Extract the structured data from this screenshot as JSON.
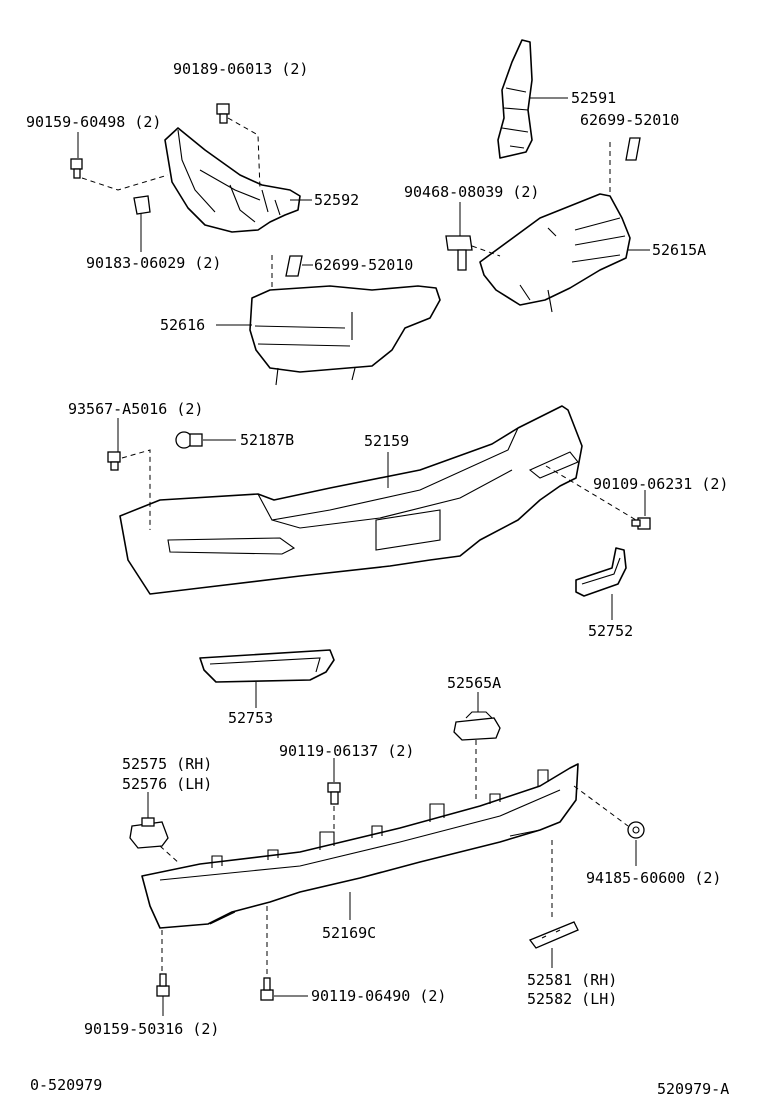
{
  "labels": {
    "p90189_06013": "90189-06013 (2)",
    "p90159_60498": "90159-60498 (2)",
    "p52592": "52592",
    "p90183_06029": "90183-06029 (2)",
    "p52591": "52591",
    "p62699_52010_a": "62699-52010",
    "p90468_08039": "90468-08039 (2)",
    "p52615A": "52615A",
    "p62699_52010_b": "62699-52010",
    "p52616": "52616",
    "p93567_A5016": "93567-A5016 (2)",
    "p52187B": "52187B",
    "p52159": "52159",
    "p90109_06231": "90109-06231 (2)",
    "p52752": "52752",
    "p52753": "52753",
    "p52565A": "52565A",
    "p52575": "52575 (RH)",
    "p52576": "52576 (LH)",
    "p90119_06137": "90119-06137 (2)",
    "p94185_60600": "94185-60600 (2)",
    "p52169C": "52169C",
    "p52581": "52581 (RH)",
    "p52582": "52582 (LH)",
    "p90159_50316": "90159-50316 (2)",
    "p90119_06490": "90119-06490 (2)"
  },
  "footer": {
    "left_code": "0-520979",
    "right_code": "520979-A"
  }
}
